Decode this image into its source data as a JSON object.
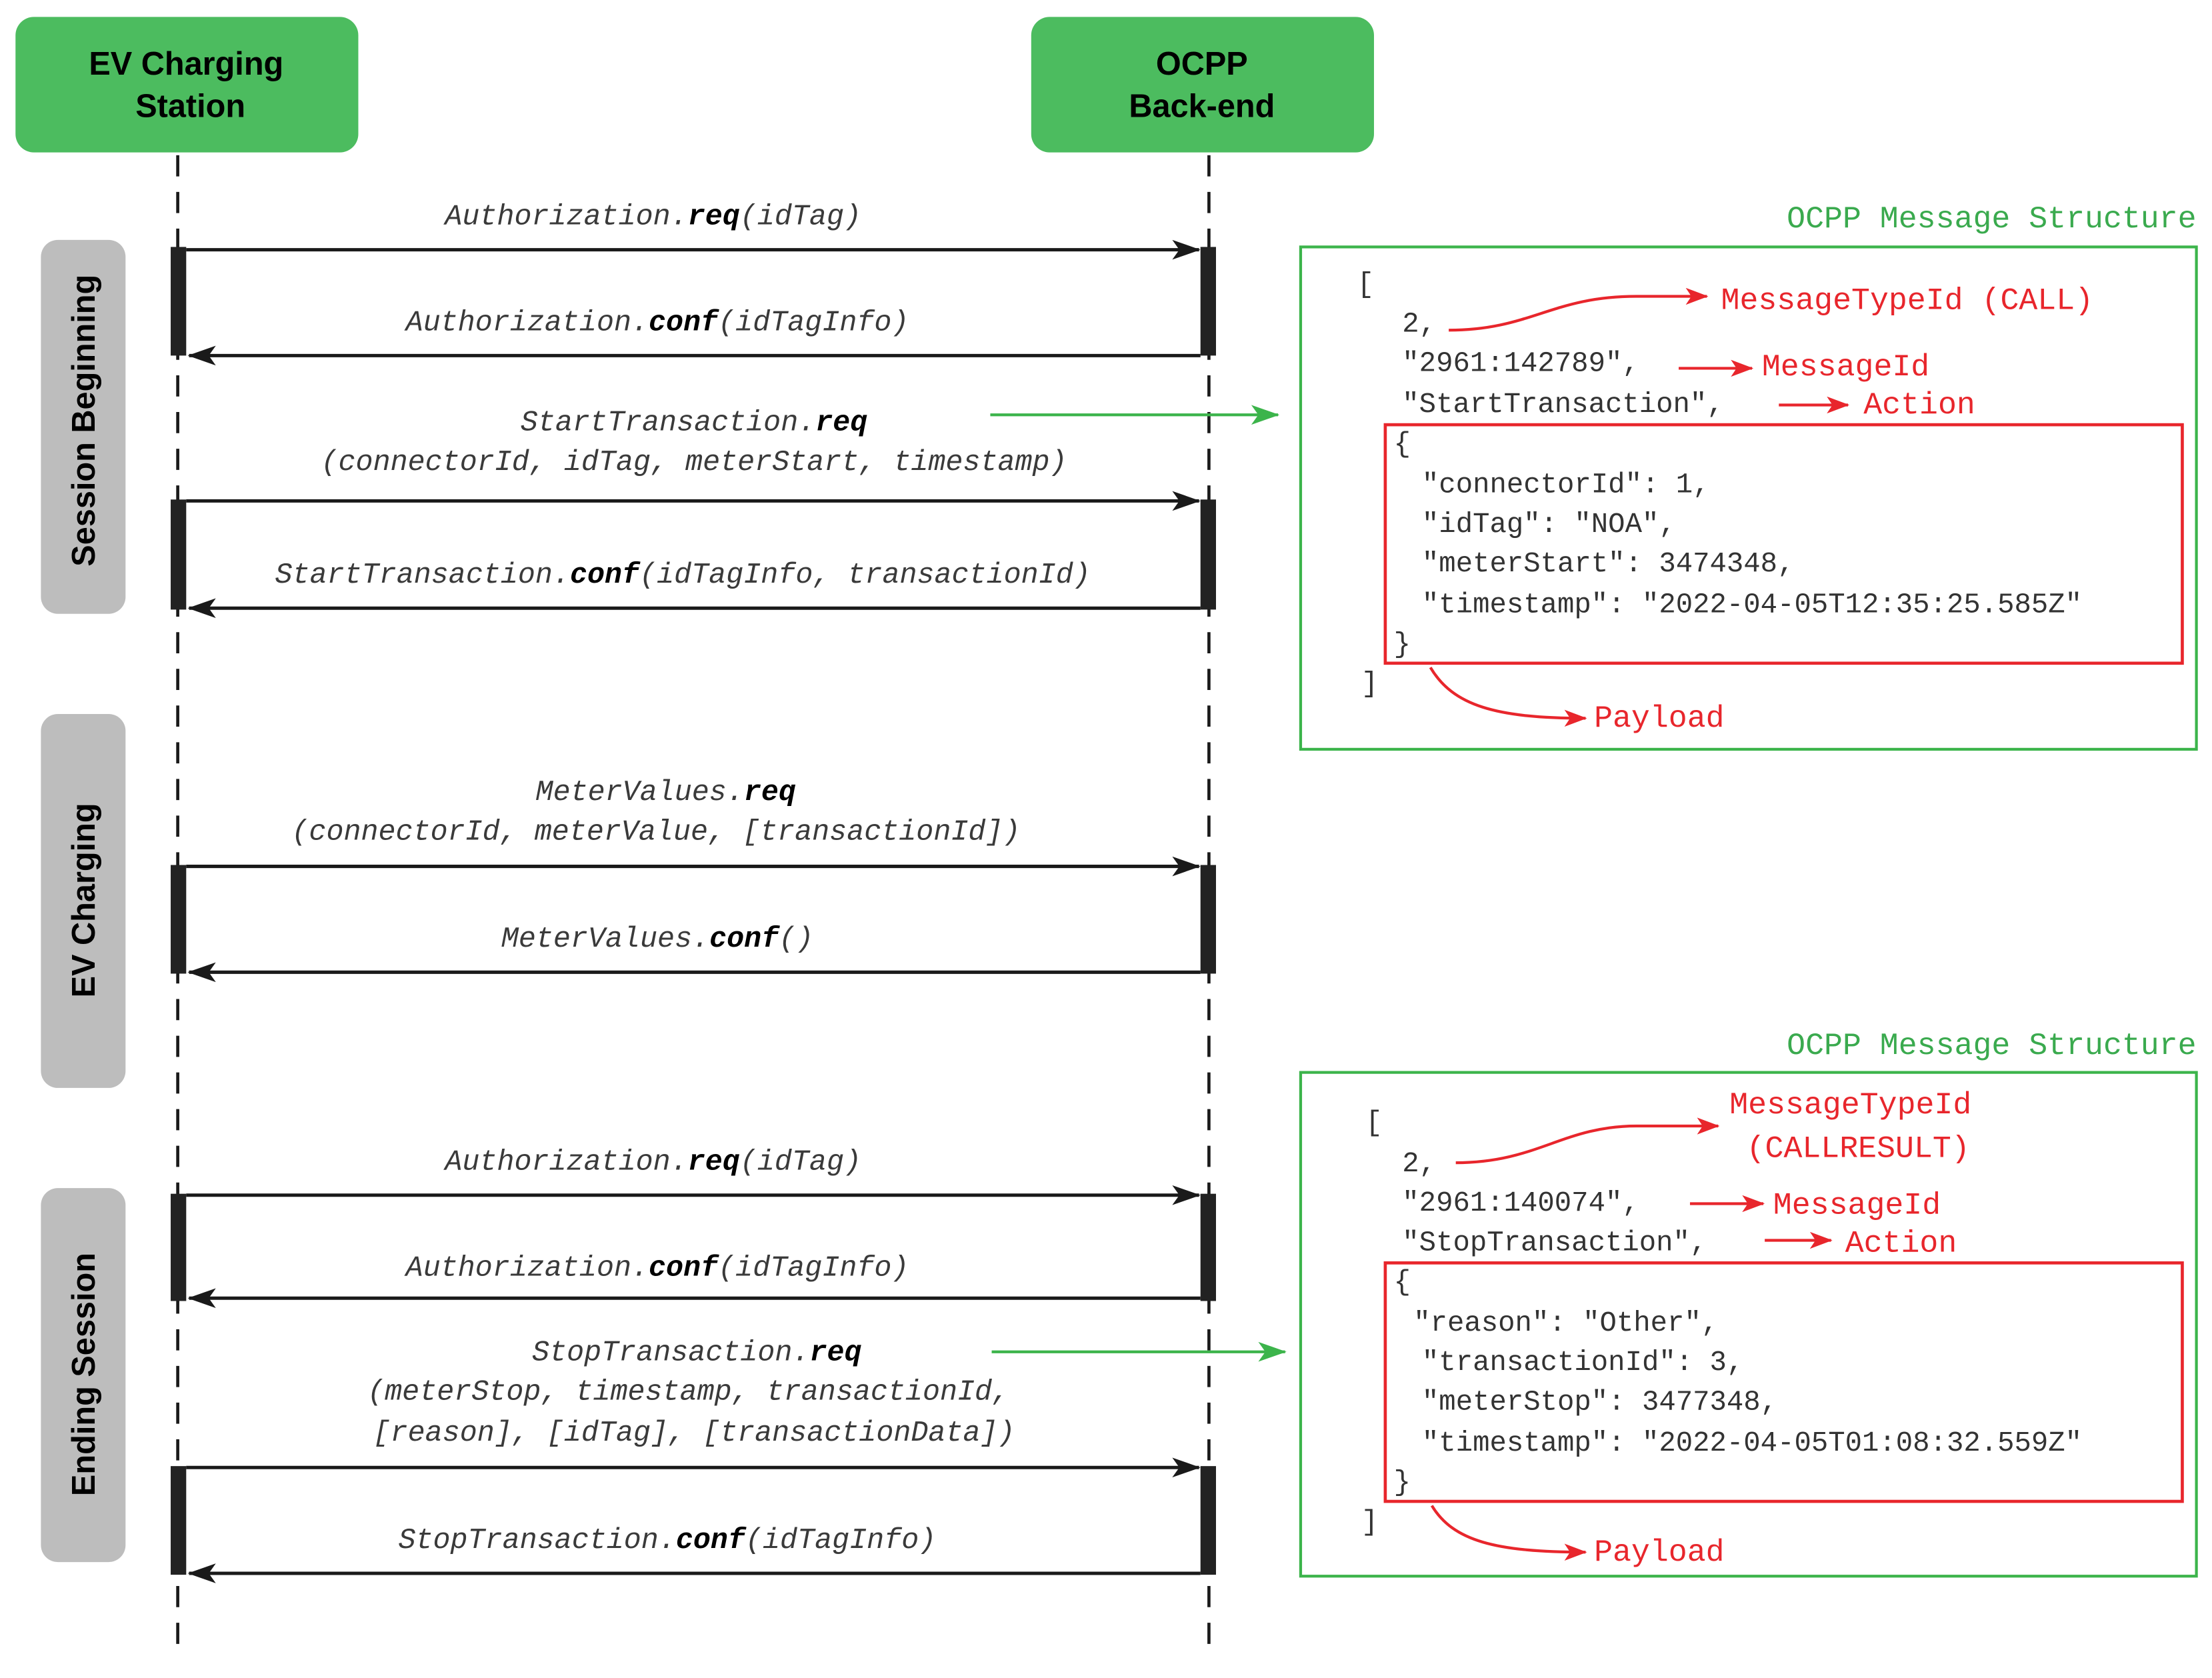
{
  "colors": {
    "actor_fill": "#4cbc5f",
    "phase_fill": "#bdbdbd",
    "accent_green": "#3cb44b",
    "accent_red": "#e8262c",
    "arrow": "#1a1a1a"
  },
  "actors": {
    "station": [
      "EV Charging",
      "Station"
    ],
    "backend": [
      "OCPP",
      "Back-end"
    ]
  },
  "phases": [
    "Session Beginning",
    "EV Charging",
    "Ending Session"
  ],
  "messages": {
    "auth_req_1": {
      "method": "Authorization",
      "suffix": "req",
      "args": "(idTag)"
    },
    "auth_conf_1": {
      "method": "Authorization",
      "suffix": "conf",
      "args": "(idTagInfo)"
    },
    "start_req": {
      "method": "StartTransaction",
      "suffix": "req",
      "args": "",
      "line2": "(connectorId, idTag, meterStart, timestamp)"
    },
    "start_conf": {
      "method": "StartTransaction",
      "suffix": "conf",
      "args": "(idTagInfo, transactionId)"
    },
    "meter_req": {
      "method": "MeterValues",
      "suffix": "req",
      "args": "",
      "line2": "(connectorId, meterValue, [transactionId])"
    },
    "meter_conf": {
      "method": "MeterValues",
      "suffix": "conf",
      "args": "()"
    },
    "auth_req_2": {
      "method": "Authorization",
      "suffix": "req",
      "args": "(idTag)"
    },
    "auth_conf_2": {
      "method": "Authorization",
      "suffix": "conf",
      "args": "(idTagInfo)"
    },
    "stop_req": {
      "method": "StopTransaction",
      "suffix": "req",
      "args": "",
      "line2": "(meterStop, timestamp, transactionId,",
      "line3": "[reason], [idTag], [transactionData])"
    },
    "stop_conf": {
      "method": "StopTransaction",
      "suffix": "conf",
      "args": "(idTagInfo)"
    }
  },
  "structures": [
    {
      "title": "OCPP Message Structure",
      "lines": [
        "[",
        "2,",
        "\"2961:142789\",",
        "\"StartTransaction\",",
        "{",
        "\"connectorId\": 1,",
        "\"idTag\": \"NOA\",",
        "\"meterStart\": 3474348,",
        "\"timestamp\": \"2022-04-05T12:35:25.585Z\"",
        "}",
        "]"
      ],
      "annotations": {
        "type_id": "MessageTypeId (CALL)",
        "message_id": "MessageId",
        "action": "Action",
        "payload": "Payload"
      }
    },
    {
      "title": "OCPP Message Structure",
      "lines": [
        "[",
        "2,",
        "\"2961:140074\",",
        "\"StopTransaction\",",
        "{",
        "\"reason\": \"Other\",",
        "\"transactionId\": 3,",
        "\"meterStop\": 3477348,",
        "\"timestamp\": \"2022-04-05T01:08:32.559Z\"",
        "}",
        "]"
      ],
      "annotations": {
        "type_id_1": "MessageTypeId",
        "type_id_2": "(CALLRESULT)",
        "message_id": "MessageId",
        "action": "Action",
        "payload": "Payload"
      }
    }
  ]
}
